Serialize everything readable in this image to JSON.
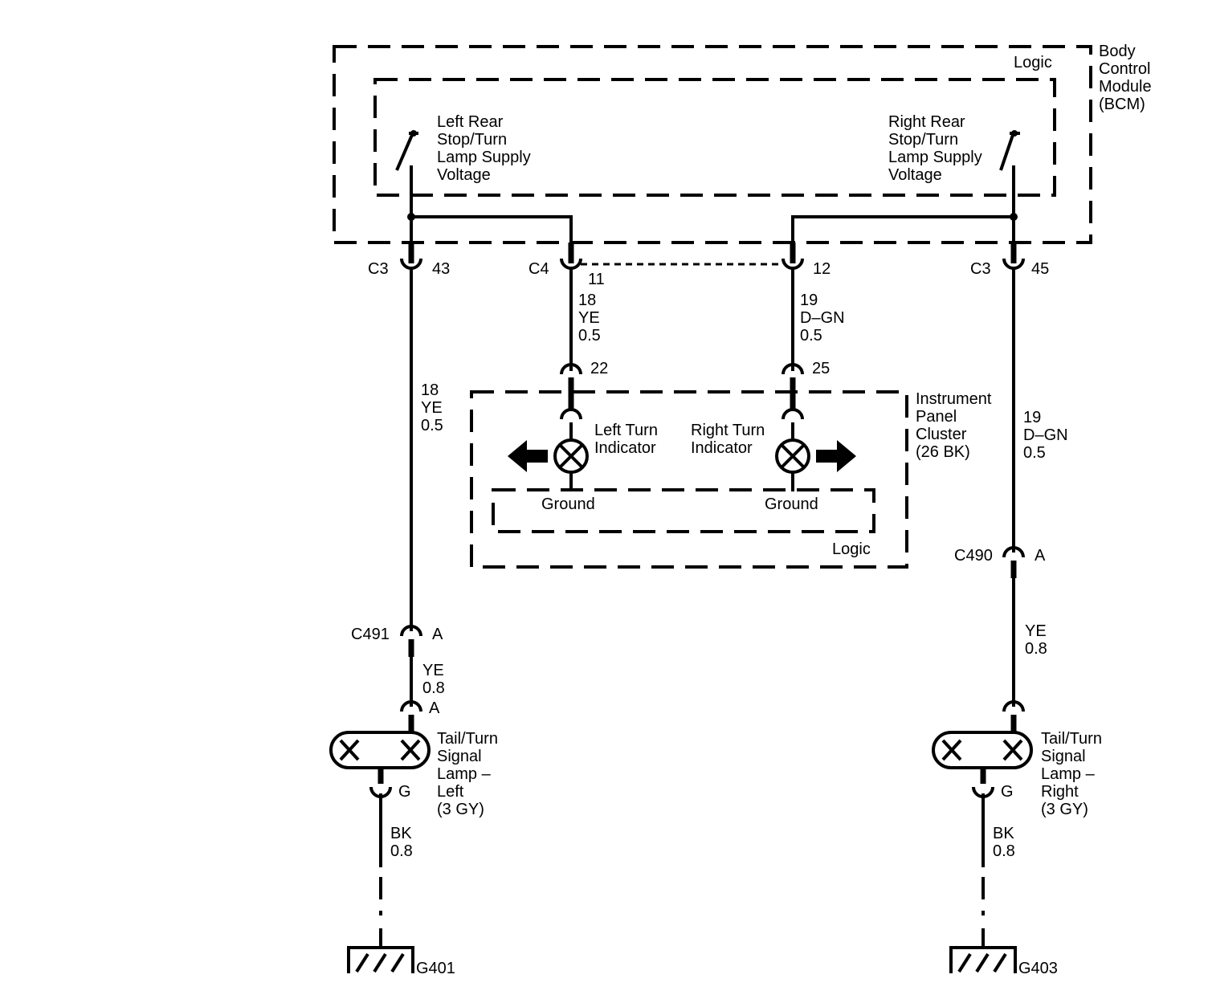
{
  "bcm": {
    "name_lines": [
      "Body",
      "Control",
      "Module",
      "(BCM)"
    ],
    "logic_label": "Logic",
    "left_switch_lines": [
      "Left Rear",
      "Stop/Turn",
      "Lamp Supply",
      "Voltage"
    ],
    "right_switch_lines": [
      "Right Rear",
      "Stop/Turn",
      "Lamp Supply",
      "Voltage"
    ]
  },
  "connectors": {
    "c3_left": {
      "name": "C3",
      "pin": "43"
    },
    "c4": {
      "name": "C4",
      "pin": "11"
    },
    "c4_right_pin": "12",
    "c3_right": {
      "name": "C3",
      "pin": "45"
    },
    "ipc_left_pin": "22",
    "ipc_right_pin": "25",
    "c491": {
      "name": "C491",
      "pin": "A"
    },
    "lamp_left_pin": "A",
    "c490": {
      "name": "C490",
      "pin": "A"
    },
    "lamp_left_ground_pin": "G",
    "lamp_right_ground_pin": "G"
  },
  "wires": {
    "c4_11": [
      "18",
      "YE",
      "0.5"
    ],
    "c4_12": [
      "19",
      "D–GN",
      "0.5"
    ],
    "left_main": [
      "18",
      "YE",
      "0.5"
    ],
    "right_main": [
      "19",
      "D–GN",
      "0.5"
    ],
    "c491_lamp": [
      "YE",
      "0.8"
    ],
    "c490_lamp": [
      "YE",
      "0.8"
    ],
    "left_ground": [
      "BK",
      "0.8"
    ],
    "right_ground": [
      "BK",
      "0.8"
    ]
  },
  "ipc": {
    "name_lines": [
      "Instrument",
      "Panel",
      "Cluster",
      "(26 BK)"
    ],
    "left_indicator_lines": [
      "Left Turn",
      "Indicator"
    ],
    "right_indicator_lines": [
      "Right Turn",
      "Indicator"
    ],
    "ground_left": "Ground",
    "ground_right": "Ground",
    "logic_label": "Logic"
  },
  "lamps": {
    "left_lines": [
      "Tail/Turn",
      "Signal",
      "Lamp –",
      "Left",
      "(3 GY)"
    ],
    "right_lines": [
      "Tail/Turn",
      "Signal",
      "Lamp –",
      "Right",
      "(3 GY)"
    ]
  },
  "grounds": {
    "left": "G401",
    "right": "G403"
  }
}
